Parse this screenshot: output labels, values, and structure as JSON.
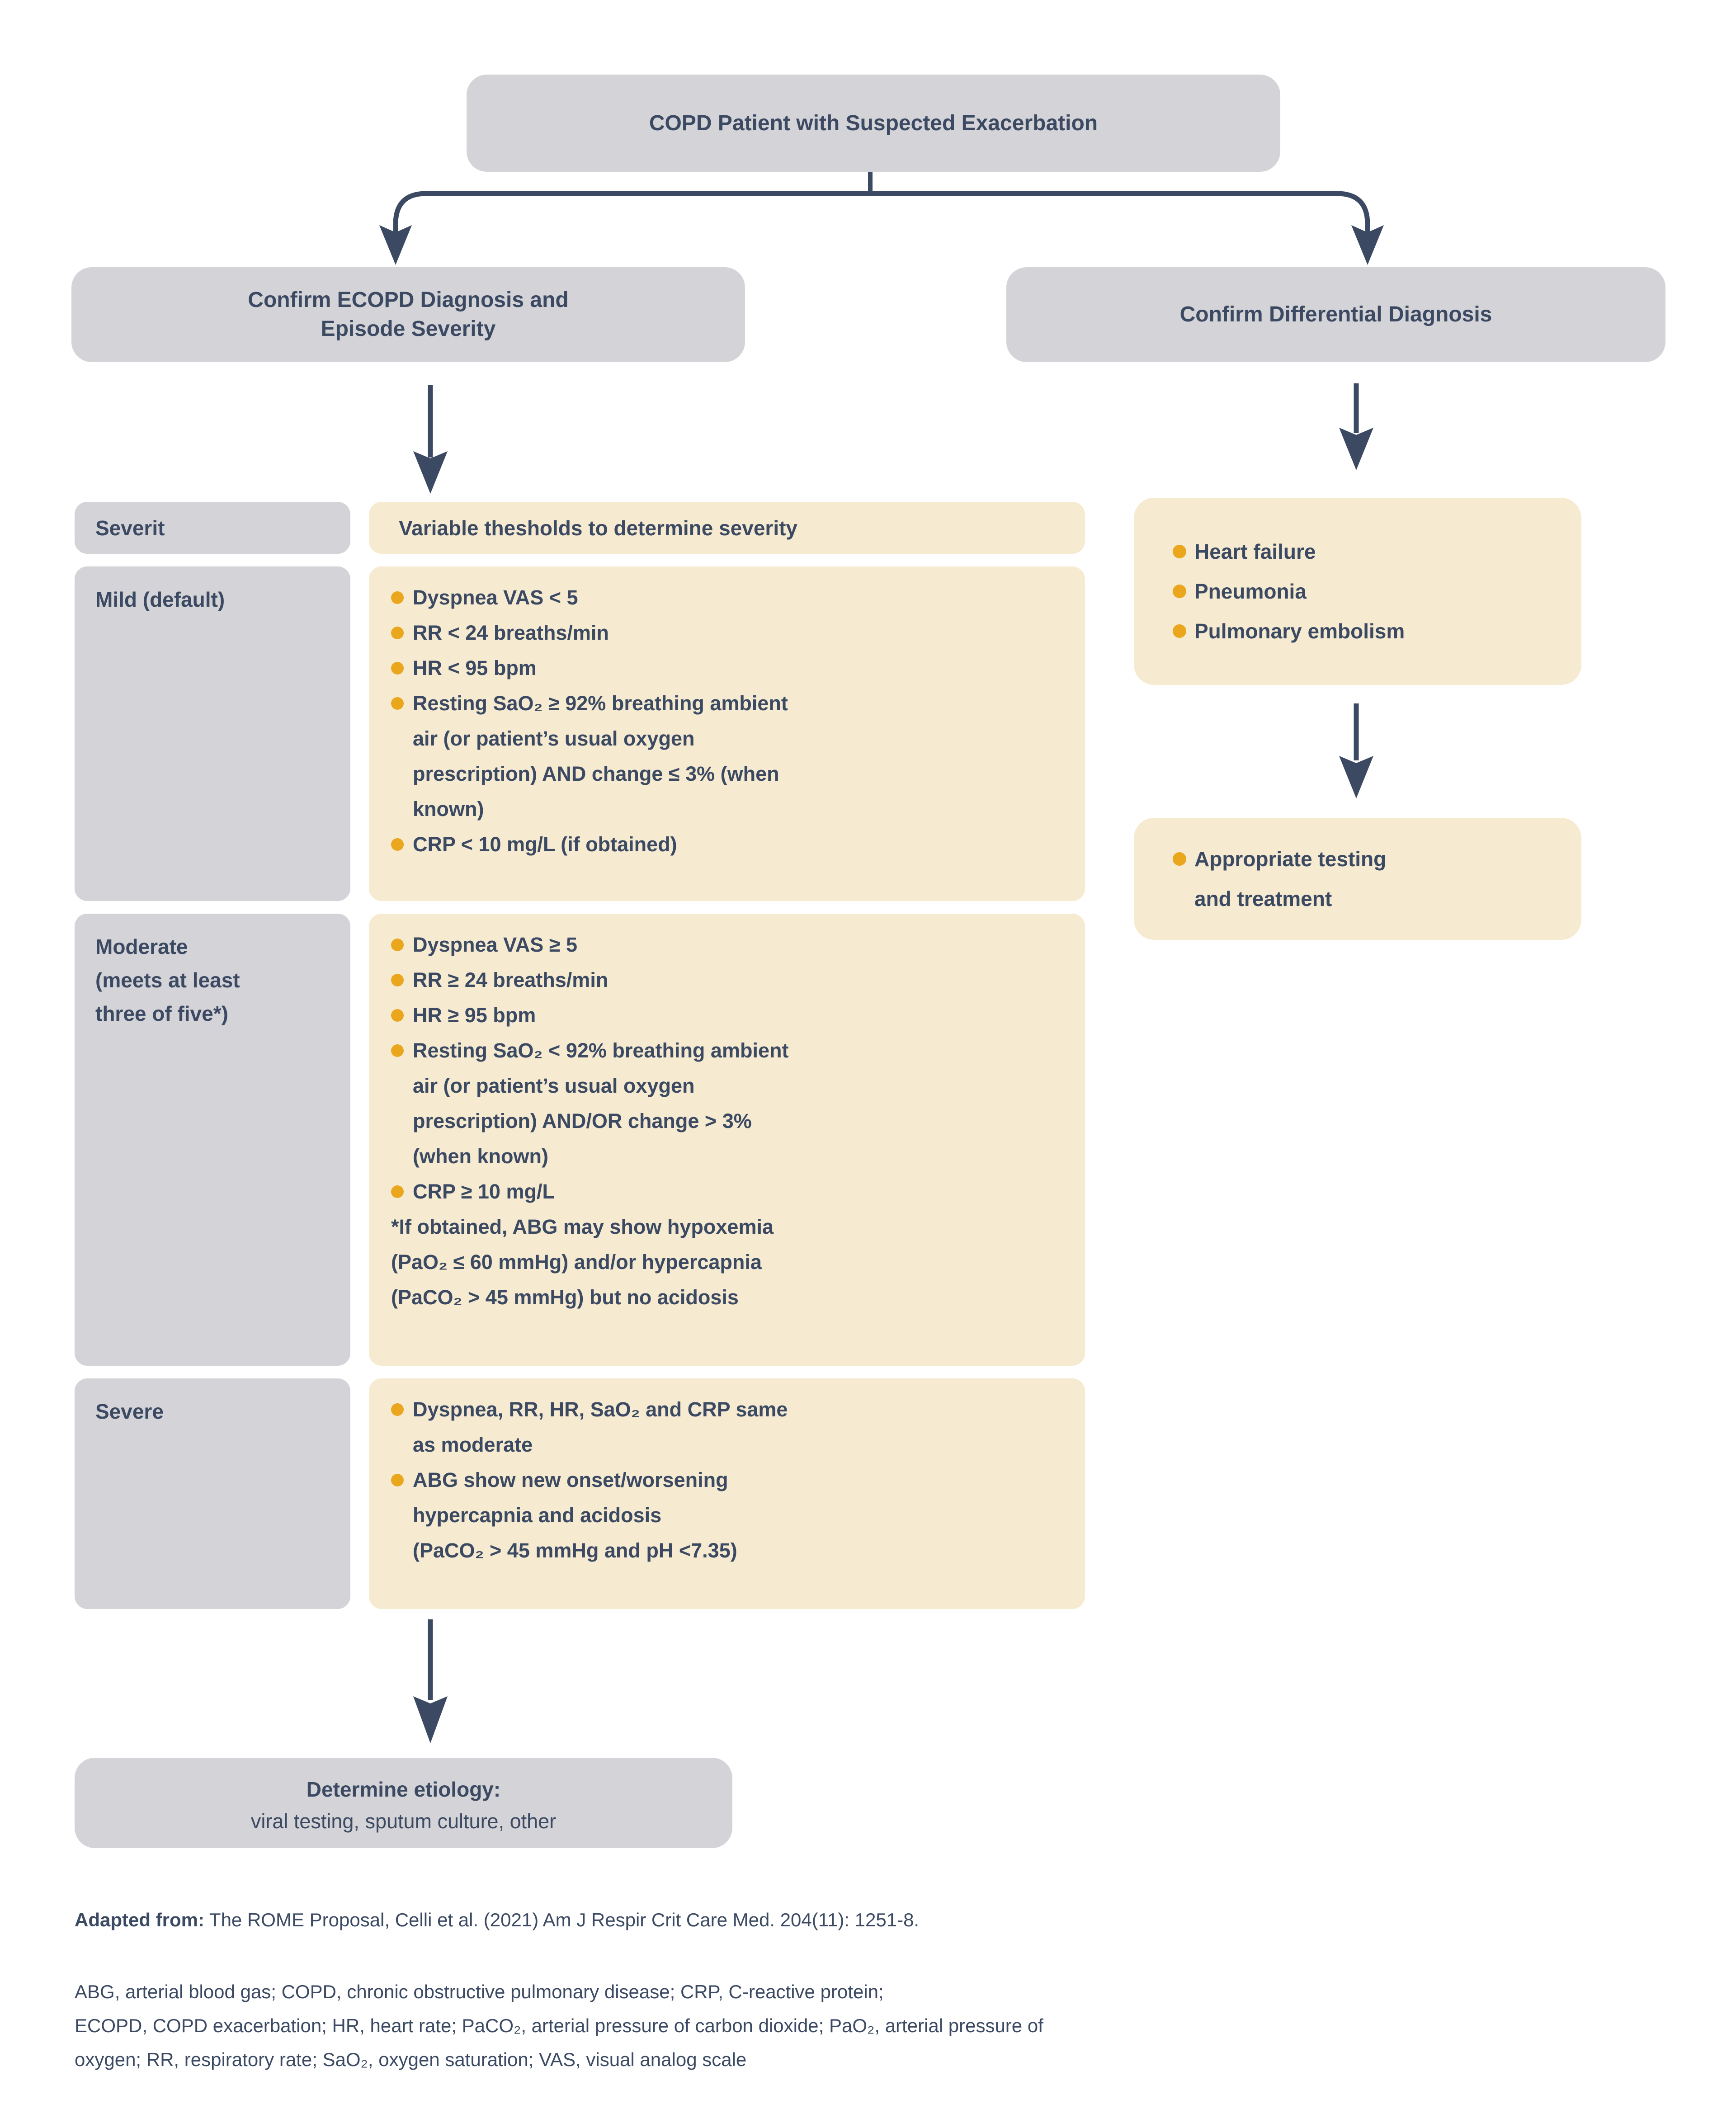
{
  "colors": {
    "navy": "#3b4a62",
    "grey": "#d4d3d7",
    "beige": "#f6ead1",
    "gold": "#eaa71e",
    "bg": "#ffffff"
  },
  "nodes": {
    "top": {
      "label": "COPD Patient with Suspected Exacerbation"
    },
    "branch_left": {
      "label": "Confirm ECOPD Diagnosis and\nEpisode Severity"
    },
    "branch_right": {
      "label": "Confirm Differential Diagnosis"
    },
    "determine_etiology": {
      "title": "Determine etiology:",
      "subtitle": "viral testing, sputum culture, other"
    }
  },
  "severity_table": {
    "header": {
      "severity": "Severit",
      "thresholds": "Variable thesholds to determine severity"
    },
    "rows": [
      {
        "label": "Mild (default)",
        "bullets": [
          "Dyspnea VAS < 5",
          "RR < 24 breaths/min",
          "HR < 95 bpm",
          "Resting SaO₂ ≥ 92% breathing ambient\nair (or patient’s usual oxygen\nprescription) AND change ≤ 3% (when\nknown)",
          "CRP < 10 mg/L (if obtained)"
        ]
      },
      {
        "label": "Moderate\n(meets at least\nthree of five*)",
        "bullets": [
          "Dyspnea VAS  ≥ 5",
          "RR ≥ 24 breaths/min",
          "HR ≥ 95 bpm",
          "Resting SaO₂ < 92% breathing ambient\nair (or patient’s usual oxygen\nprescription) AND/OR change > 3%\n(when known)",
          "CRP ≥ 10 mg/L"
        ],
        "note": "*If obtained, ABG may show hypoxemia\n(PaO₂ ≤ 60 mmHg) and/or hypercapnia\n(PaCO₂ > 45 mmHg) but no acidosis"
      },
      {
        "label": "Severe",
        "bullets": [
          "Dyspnea, RR, HR, SaO₂ and CRP same\nas moderate",
          "ABG show new onset/worsening\nhypercapnia and acidosis\n(PaCO₂ > 45 mmHg and pH <7.35)"
        ]
      }
    ]
  },
  "differential": {
    "conditions": [
      "Heart failure",
      "Pneumonia",
      "Pulmonary embolism"
    ],
    "action": [
      "Appropriate testing\nand treatment"
    ]
  },
  "footer": {
    "adapted_label": "Adapted from:",
    "adapted_text": " The ROME Proposal, Celli et al. (2021) Am J Respir Crit Care Med. 204(11): 1251-8.",
    "abbreviations": "ABG, arterial blood gas; COPD, chronic obstructive pulmonary disease; CRP, C-reactive protein;\nECOPD, COPD exacerbation; HR, heart rate; PaCO₂, arterial pressure of carbon dioxide; PaO₂, arterial pressure of\noxygen; RR, respiratory rate; SaO₂, oxygen saturation; VAS, visual analog scale"
  }
}
